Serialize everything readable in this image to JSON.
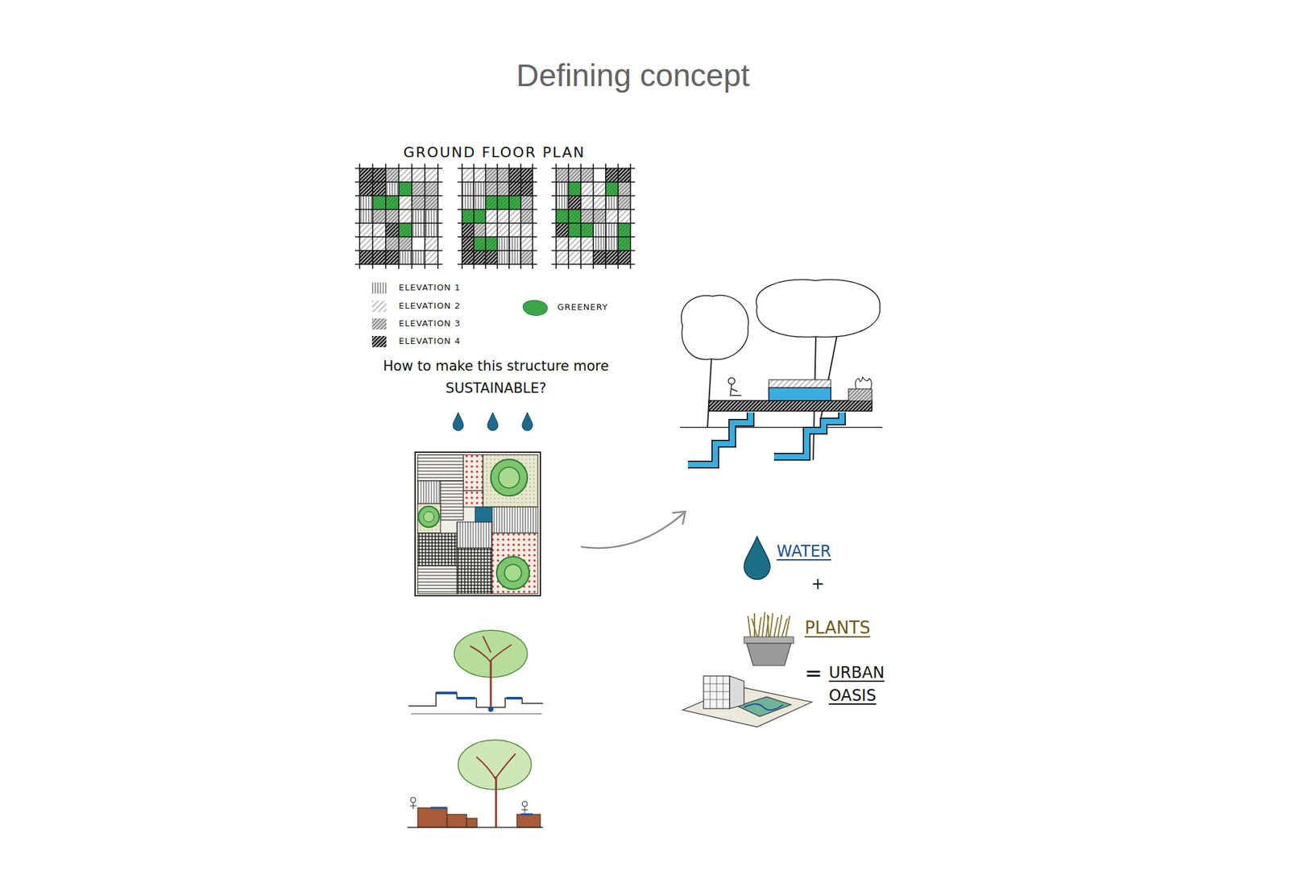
{
  "diagram": {
    "title": "Defining concept",
    "labels": [
      "GROUND FLOOR PLAN",
      "How to make this structure more SUSTAINABLE?",
      "WATER",
      "+",
      "PLANTS",
      "=",
      "URBAN OASIS"
    ],
    "legend": [
      {
        "text": "ELEVATION 1"
      },
      {
        "text": "ELEVATION 2"
      },
      {
        "text": "ELEVATION 3"
      },
      {
        "text": "ELEVATION 4"
      },
      {
        "text": "GREENERY",
        "color": "#3aa648"
      }
    ]
  }
}
